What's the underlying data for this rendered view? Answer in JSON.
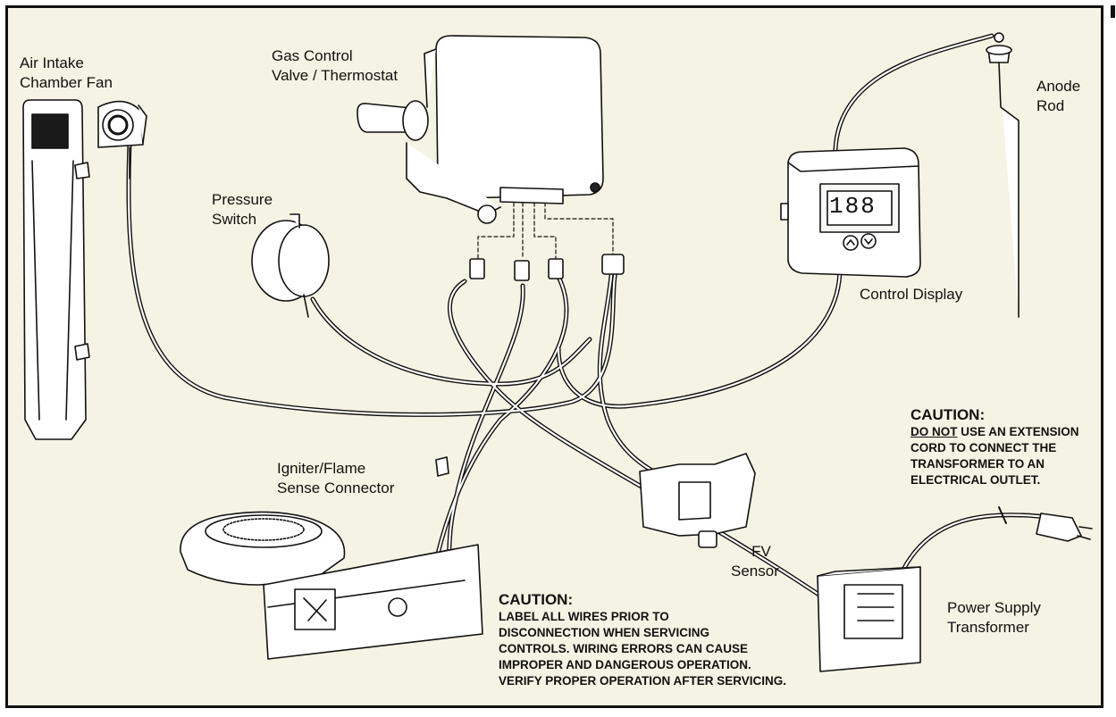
{
  "diagram": {
    "title": "Water heater control wiring diagram",
    "labels": {
      "air_intake_fan": [
        "Air Intake",
        "Chamber Fan"
      ],
      "gas_control": [
        "Gas Control",
        "Valve / Thermostat"
      ],
      "pressure_switch": [
        "Pressure",
        "Switch"
      ],
      "anode_rod": [
        "Anode",
        "Rod"
      ],
      "control_display": "Control Display",
      "igniter": [
        "Igniter/Flame",
        "Sense Connector"
      ],
      "fv_sensor": [
        "FV",
        "Sensor"
      ],
      "power_supply": [
        "Power Supply",
        "Transformer"
      ]
    },
    "display_readout": "188",
    "caution_main": {
      "heading": "CAUTION:",
      "lines": [
        "LABEL ALL WIRES PRIOR TO",
        "DISCONNECTION WHEN SERVICING",
        "CONTROLS. WIRING ERRORS CAN CAUSE",
        "IMPROPER AND DANGEROUS OPERATION.",
        "VERIFY PROPER OPERATION AFTER SERVICING."
      ]
    },
    "caution_transformer": {
      "heading": "CAUTION:",
      "emphasis": "DO NOT",
      "line1_rest": " USE AN EXTENSION",
      "lines": [
        "CORD TO CONNECT THE",
        "TRANSFORMER TO AN",
        "ELECTRICAL OUTLET."
      ]
    },
    "colors": {
      "background": "#f5f3e3",
      "ink": "#111111",
      "part_fill": "#ffffff"
    }
  }
}
